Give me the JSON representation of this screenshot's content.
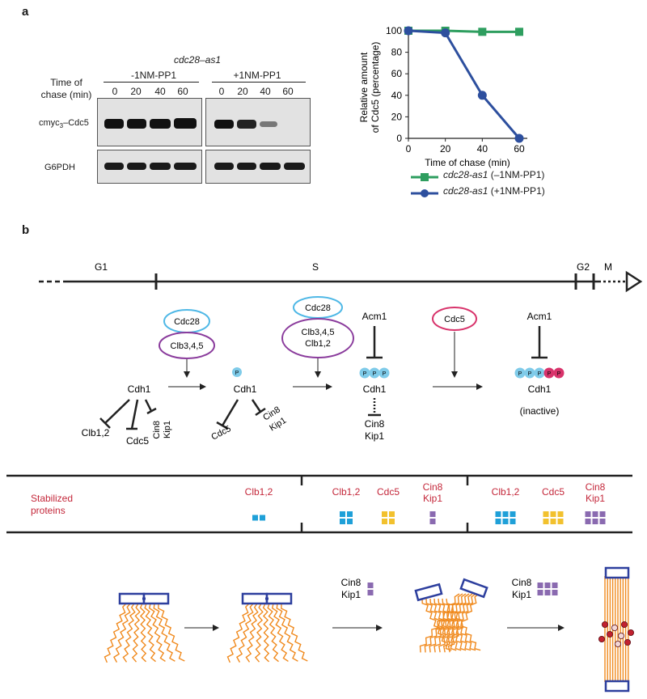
{
  "panel_a": {
    "letter": "a",
    "gel_title": "cdc28–as1",
    "group_minus": "-1NM-PP1",
    "group_plus": "+1NM-PP1",
    "time_label_1": "Time of",
    "time_label_2": "chase (min)",
    "lane_times": [
      "0",
      "20",
      "40",
      "60"
    ],
    "row1_label": "cmyc",
    "row1_sub": "3",
    "row1_suffix": "–Cdc5",
    "row2_label": "G6PDH"
  },
  "chart_data": {
    "type": "line",
    "x": [
      0,
      20,
      40,
      60
    ],
    "xlabel": "Time of chase (min)",
    "ylabel_line1": "Relative amount",
    "ylabel_line2": "of Cdc5 (percentage)",
    "xlim": [
      0,
      60
    ],
    "ylim": [
      0,
      100
    ],
    "xticks": [
      "0",
      "20",
      "40",
      "60"
    ],
    "yticks": [
      "0",
      "20",
      "40",
      "60",
      "80",
      "100"
    ],
    "series": [
      {
        "name": "cdc28-as1",
        "suffix": "(–1NM-PP1)",
        "values": [
          100,
          100,
          99,
          99
        ],
        "color": "#2e9e5f",
        "marker": "square"
      },
      {
        "name": "cdc28-as1",
        "suffix": "(+1NM-PP1)",
        "values": [
          100,
          98,
          40,
          0
        ],
        "color": "#2d4f9e",
        "marker": "circle"
      }
    ]
  },
  "panel_b": {
    "letter": "b",
    "phases": {
      "g1": "G1",
      "s": "S",
      "g2": "G2",
      "m": "M"
    },
    "cdc28": "Cdc28",
    "clb345": "Clb3,4,5",
    "clb12": "Clb1,2",
    "cdh1": "Cdh1",
    "cdc5": "Cdc5",
    "cin8": "Cin8",
    "kip1": "Kip1",
    "acm1": "Acm1",
    "inactive": "(inactive)",
    "p": "P",
    "stab_line1": "Stabilized",
    "stab_line2": "proteins",
    "colors": {
      "cyan": "#1fa0d8",
      "yellow": "#f2c12e",
      "purple": "#8a6ab0",
      "magenta": "#d8336b",
      "oval_blue": "#4fb8e6",
      "oval_purple": "#8a3b9c",
      "spindle": "#f08a1e",
      "spb": "#2d3f9e"
    }
  }
}
